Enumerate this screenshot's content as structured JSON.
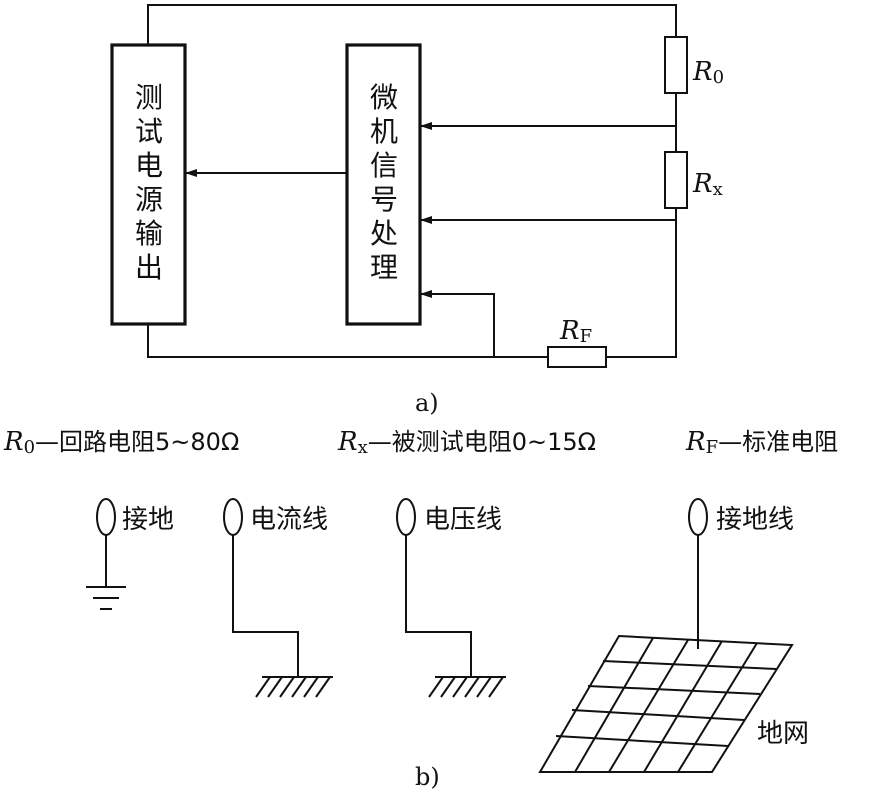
{
  "part_a": {
    "label": "a)",
    "source_box": [
      "测",
      "试",
      "电",
      "源",
      "输",
      "出"
    ],
    "processor_box": [
      "微",
      "机",
      "信",
      "号",
      "处",
      "理"
    ],
    "resistors": {
      "r0": {
        "symbol": "R",
        "sub": "0"
      },
      "rx": {
        "symbol": "R",
        "sub": "x"
      },
      "rf": {
        "symbol": "R",
        "sub": "F"
      }
    }
  },
  "legend": [
    {
      "symbol": "R",
      "sub": "0",
      "text": "—回路电阻5~80Ω"
    },
    {
      "symbol": "R",
      "sub": "x",
      "text": "—被测试电阻0~15Ω"
    },
    {
      "symbol": "R",
      "sub": "F",
      "text": "—标准电阻"
    }
  ],
  "part_b": {
    "label": "b)",
    "terminals": {
      "ground": "接地",
      "current_lead": "电流线",
      "voltage_lead": "电压线",
      "ground_lead": "接地线"
    },
    "grid_label": "地网"
  }
}
